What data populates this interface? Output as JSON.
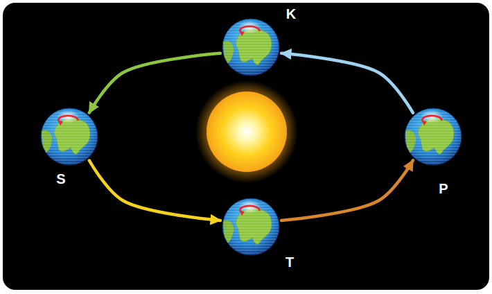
{
  "diagram": {
    "nodes": [
      {
        "text": [
          "K"
        ]
      },
      {
        "text": [
          "S"
        ]
      },
      {
        "text": [
          "P"
        ]
      },
      {
        "text": [
          "T"
        ]
      }
    ],
    "edges": [
      {
        "from": 2,
        "to": 0,
        "arrow": "to"
      },
      {
        "from": 0,
        "to": 1,
        "arrow": "to"
      },
      {
        "from": 1,
        "to": 3,
        "arrow": "to"
      },
      {
        "from": 3,
        "to": 2,
        "arrow": "to"
      }
    ]
  }
}
